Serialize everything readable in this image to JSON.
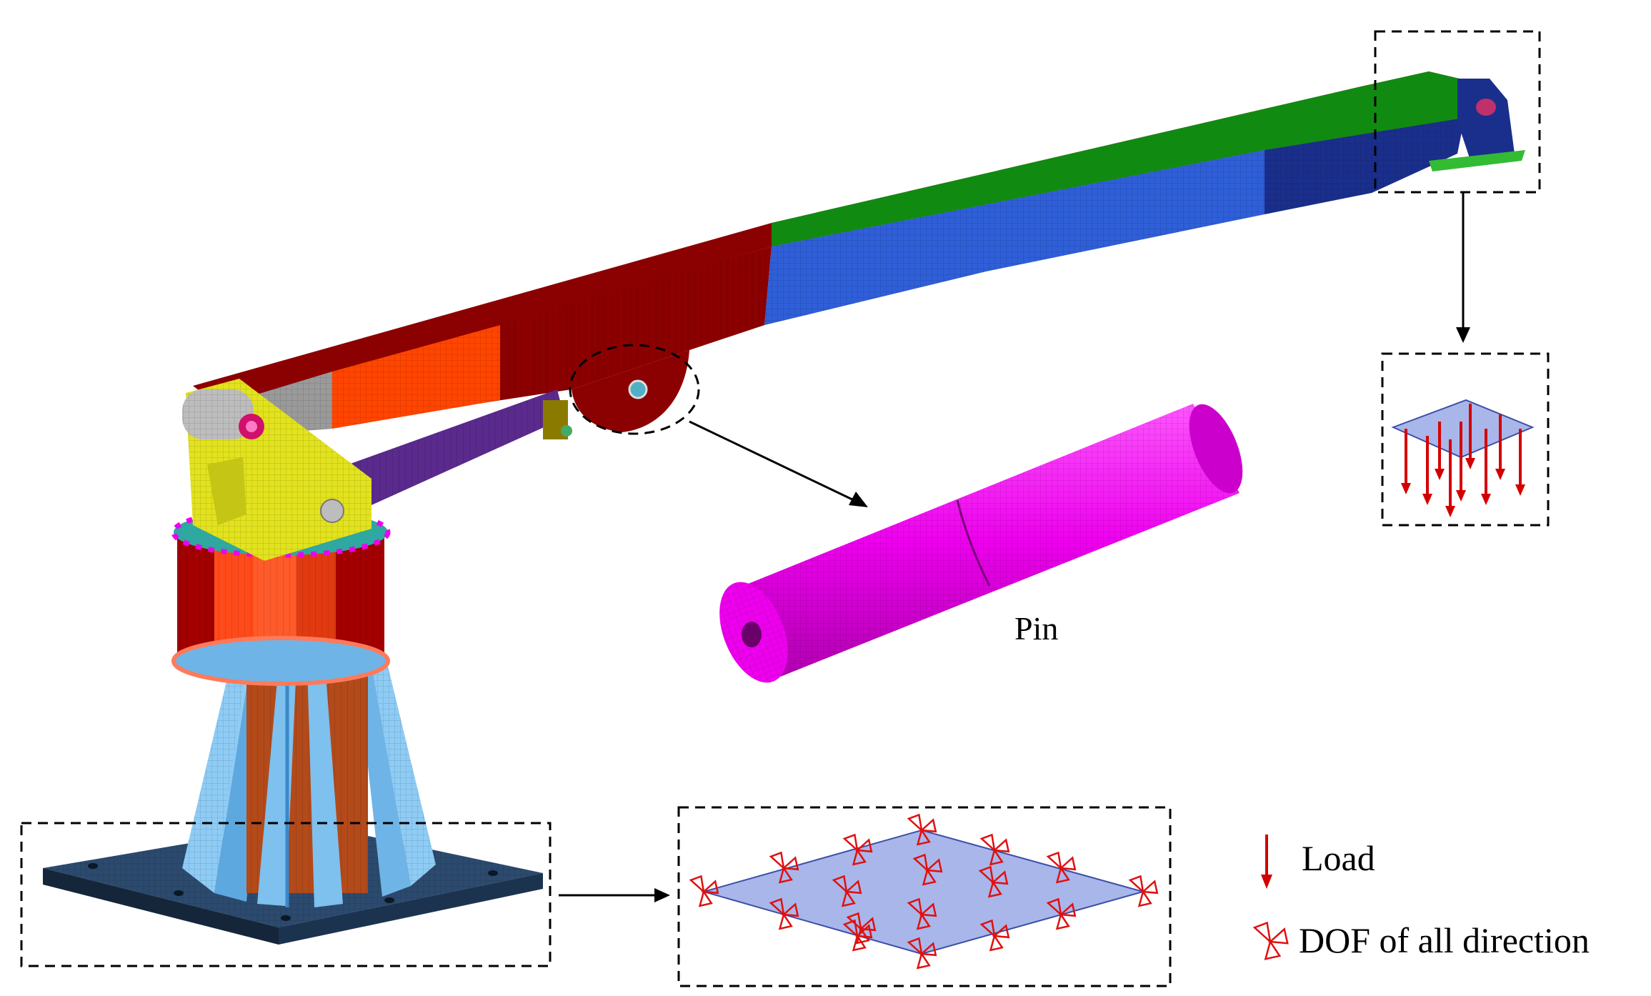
{
  "labels": {
    "pin": "Pin",
    "load": "Load",
    "dof": "DOF of all direction"
  },
  "colors": {
    "boom_red": "#8B0000",
    "boom_orange": "#FF4500",
    "boom_blue": "#2F5FD8",
    "boom_green": "#118A11",
    "tip_blue": "#1A2F8C",
    "yoke_yellow": "#E2E21E",
    "pin_magenta": "#EE00EE",
    "tube_purple": "#5A2A8C",
    "column_red": "#A30000",
    "column_orange": "#FF4A1A",
    "fin_blue": "#7EC0EE",
    "plate_navy": "#1F3A5A",
    "plane_fill": "#A9B6EA",
    "load_arrow": "#D40000",
    "dashed": "#000000"
  }
}
